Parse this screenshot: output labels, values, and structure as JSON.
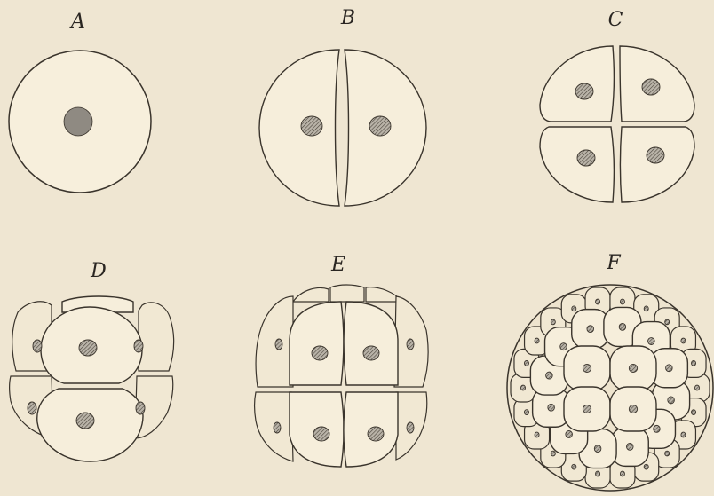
{
  "panels": [
    {
      "id": "A",
      "label": "A",
      "stage": "1-cell"
    },
    {
      "id": "B",
      "label": "B",
      "stage": "2-cell"
    },
    {
      "id": "C",
      "label": "C",
      "stage": "4-cell"
    },
    {
      "id": "D",
      "label": "D",
      "stage": "8-cell"
    },
    {
      "id": "E",
      "label": "E",
      "stage": "16-cell"
    },
    {
      "id": "F",
      "label": "F",
      "stage": "morula"
    }
  ],
  "colors": {
    "paper": "#efe6d2",
    "line": "#3a342c",
    "nucleus": "#8f8a82"
  }
}
